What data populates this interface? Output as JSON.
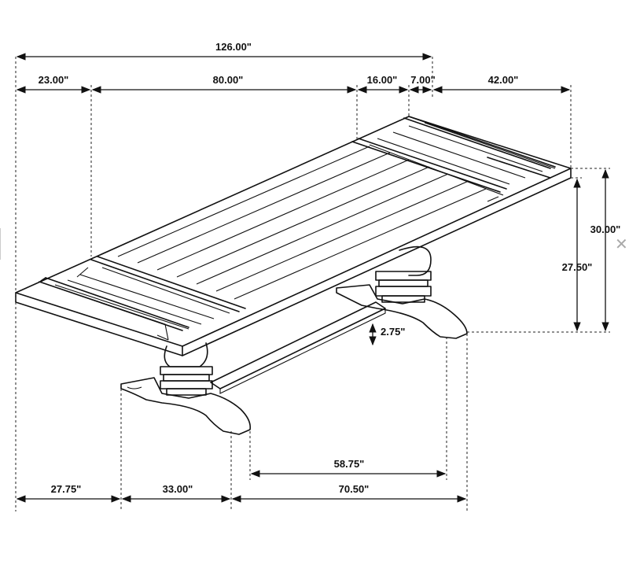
{
  "dimensions": {
    "overall_length": "126.00\"",
    "extension_left": "23.00\"",
    "main_top": "80.00\"",
    "extension_right": "16.00\"",
    "small_gap": "7.00\"",
    "depth": "42.00\"",
    "total_height": "30.00\"",
    "leg_height": "27.50\"",
    "stretcher_height": "2.75\"",
    "stretcher_length": "58.75\"",
    "bottom_left": "27.75\"",
    "bottom_middle": "33.00\"",
    "bottom_right": "70.50\""
  },
  "icons": {
    "close": "close-icon"
  }
}
